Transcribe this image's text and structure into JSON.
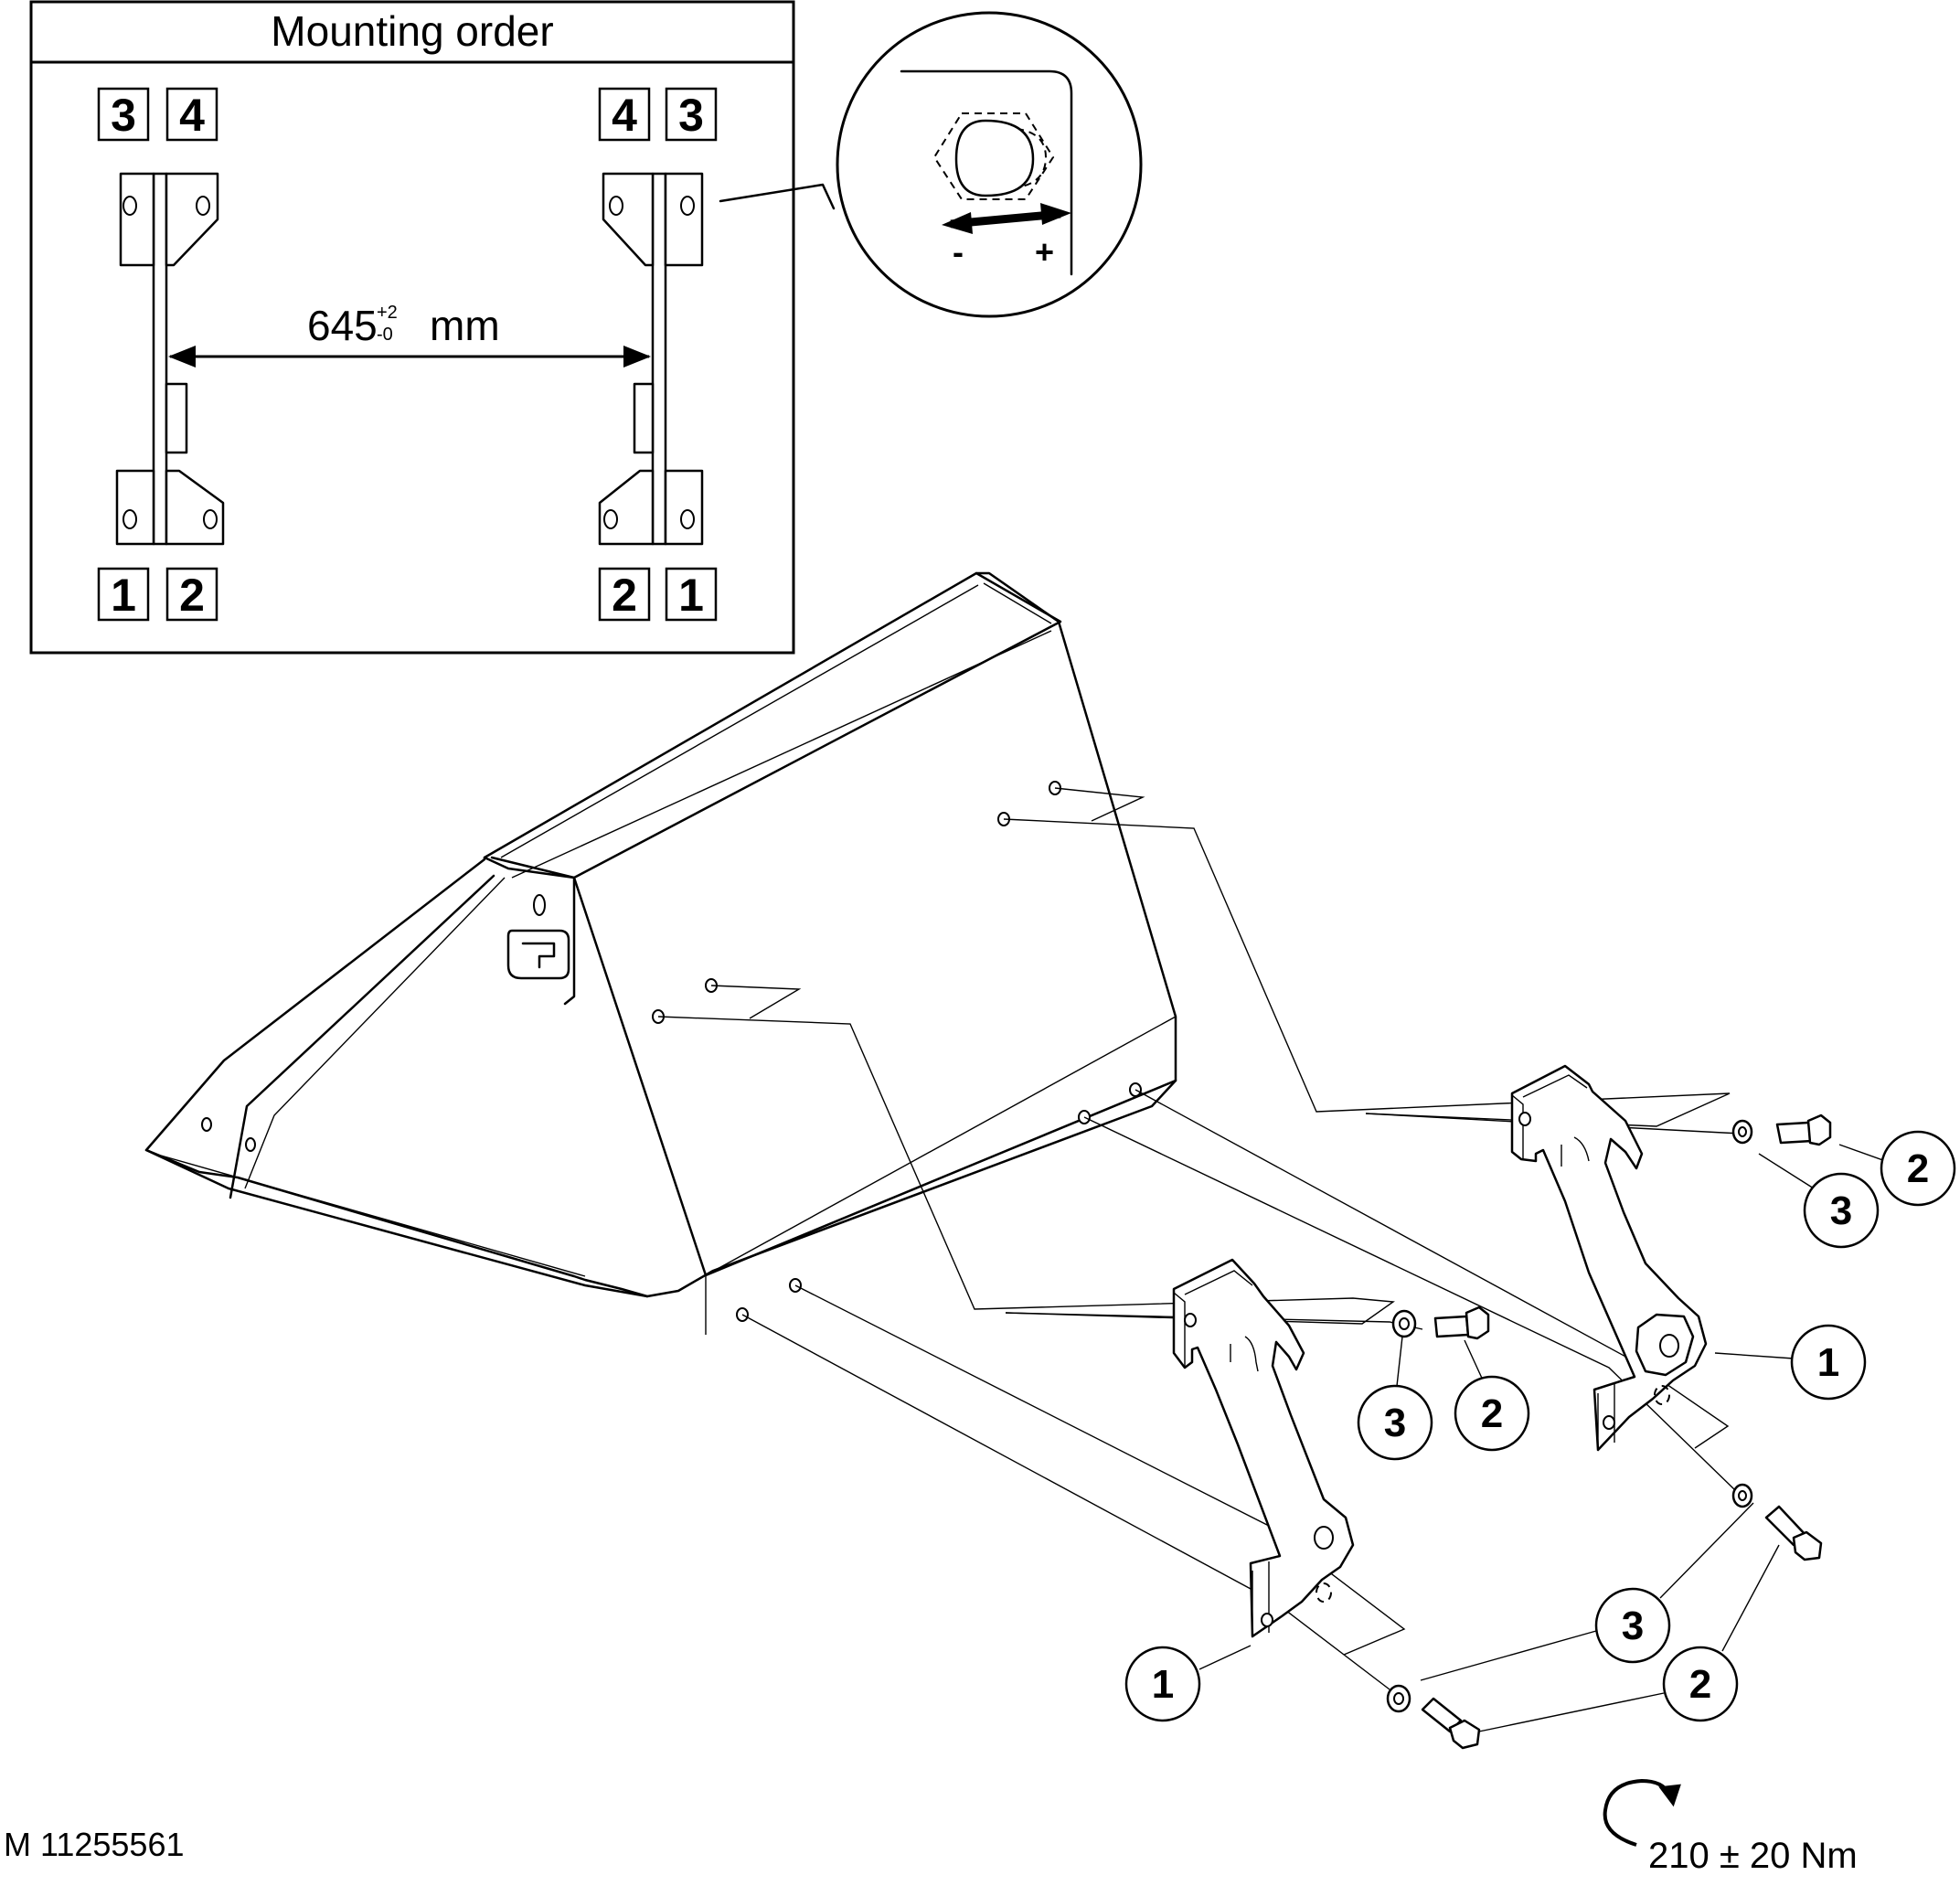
{
  "drawing_id": "M 11255561",
  "mounting_panel": {
    "title": "Mounting order",
    "left_top": [
      "3",
      "4"
    ],
    "right_top": [
      "4",
      "3"
    ],
    "left_bottom": [
      "1",
      "2"
    ],
    "right_bottom": [
      "2",
      "1"
    ],
    "distance_value": "645",
    "tol_plus": "+2",
    "tol_minus": "-0",
    "distance_unit": "mm"
  },
  "detail": {
    "minus": "-",
    "plus": "+"
  },
  "callouts": {
    "bracket": "1",
    "bolt": "2",
    "washer": "3"
  },
  "torque": "210 ± 20 Nm"
}
